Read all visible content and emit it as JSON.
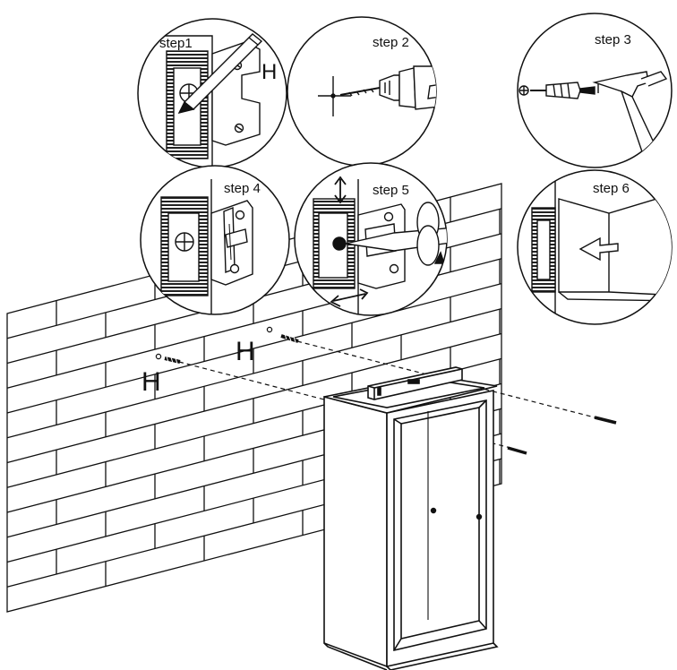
{
  "steps": [
    {
      "label": "step1"
    },
    {
      "label": "step 2"
    },
    {
      "label": "step 3"
    },
    {
      "label": "step 4"
    },
    {
      "label": "step 5"
    },
    {
      "label": "step 6"
    }
  ],
  "hardware_labels": {
    "step1_marker": "H",
    "wall_marker_left": "H",
    "wall_marker_right": "H"
  },
  "colors": {
    "line": "#111111",
    "fill": "#ffffff"
  }
}
